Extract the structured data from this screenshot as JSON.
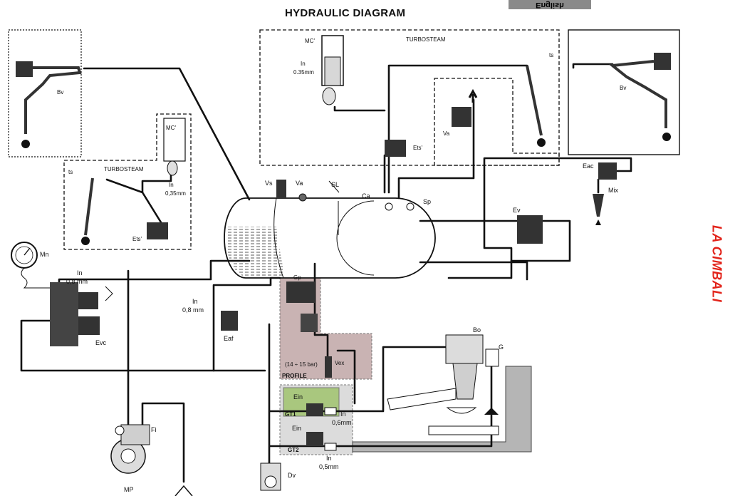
{
  "header": {
    "title": "HYDRAULIC DIAGRAM",
    "language_tab": "English"
  },
  "brand": {
    "logo_text": "LA CIMBALI",
    "color": "#e2231a"
  },
  "colors": {
    "profile_zone": "#c9b3b3",
    "gt1_zone": "#a9c77e",
    "gt2_zone": "#dcdcdc",
    "drip_tray": "#b5b5b5"
  },
  "labels": {
    "turbosteam_right": "TURBOSTEAM",
    "turbosteam_left": "TURBOSTEAM",
    "mc_right": "MC'",
    "mc_left": "MC'",
    "in_right": "In",
    "in_right_size": "0.35mm",
    "in_left": "In",
    "in_left_size": "0,35mm",
    "ets_right": "Ets'",
    "ets_left": "Ets'",
    "ts_right": "ts",
    "ts_left": "ts",
    "bv_left": "Bv",
    "bv_right": "Bv",
    "va_valve": "Va",
    "va_tank": "Va",
    "vs": "Vs",
    "sl": "SL",
    "ca": "Ca",
    "sp": "Sp",
    "eac": "Eac",
    "mix": "Mix",
    "ev": "Ev",
    "mn": "Mn",
    "in_mn": "In",
    "in_mn_size": "0,8 mm",
    "evc": "Evc",
    "in_eaf": "In",
    "in_eaf_size": "0,8 mm",
    "eaf": "Eaf",
    "gp": "Gp",
    "pressure": "(14 ÷ 15 bar)",
    "vex": "Vex",
    "profile": "PROFILE",
    "ein1": "Ein",
    "gt1": "GT1",
    "in_gt1": "In",
    "in_gt1_size": "0,6mm",
    "ein2": "Ein",
    "gt2": "GT2",
    "in_gt2": "In",
    "in_gt2_size": "0,5mm",
    "bo": "Bo",
    "g": "G",
    "fi": "Fi",
    "mp": "MP",
    "dv": "Dv"
  }
}
